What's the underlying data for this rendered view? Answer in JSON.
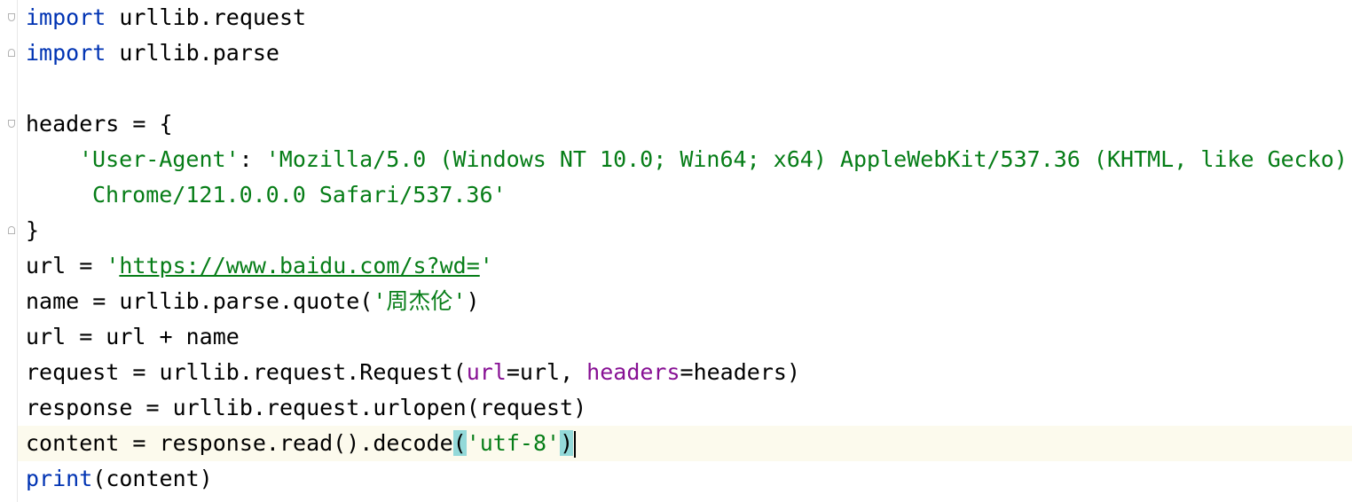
{
  "editor": {
    "language": "python",
    "colors": {
      "keyword": "#0033b3",
      "string": "#067d17",
      "named_param": "#871094",
      "brace_match": "#93d9d9",
      "current_line": "#fcfaed"
    },
    "lines": {
      "l1_kw": "import",
      "l1_rest": " urllib.request",
      "l2_kw": "import",
      "l2_rest": " urllib.parse",
      "l4": "headers = {",
      "l5_key": "'User-Agent'",
      "l5_sep": ": ",
      "l5_val": "'Mozilla/5.0 (Windows NT 10.0; Win64; x64) AppleWebKit/537.36 (KHTML, like Gecko)",
      "l5b_val": "Chrome/121.0.0.0 Safari/537.36'",
      "l6": "}",
      "l7_pre": "url = ",
      "l7_q1": "'",
      "l7_url": "https://www.baidu.com/s?wd=",
      "l7_q2": "'",
      "l8_pre": "name = urllib.parse.quote(",
      "l8_str": "'周杰伦'",
      "l8_post": ")",
      "l9": "url = url + name",
      "l10_pre": "request = urllib.request.Request(",
      "l10_p1": "url",
      "l10_mid": "=url, ",
      "l10_p2": "headers",
      "l10_post": "=headers)",
      "l11": "response = urllib.request.urlopen(request)",
      "l12_pre": "content = response.read().decode",
      "l12_open": "(",
      "l12_str": "'utf-8'",
      "l12_close": ")",
      "l13_fn": "print",
      "l13_rest": "(content)"
    }
  }
}
